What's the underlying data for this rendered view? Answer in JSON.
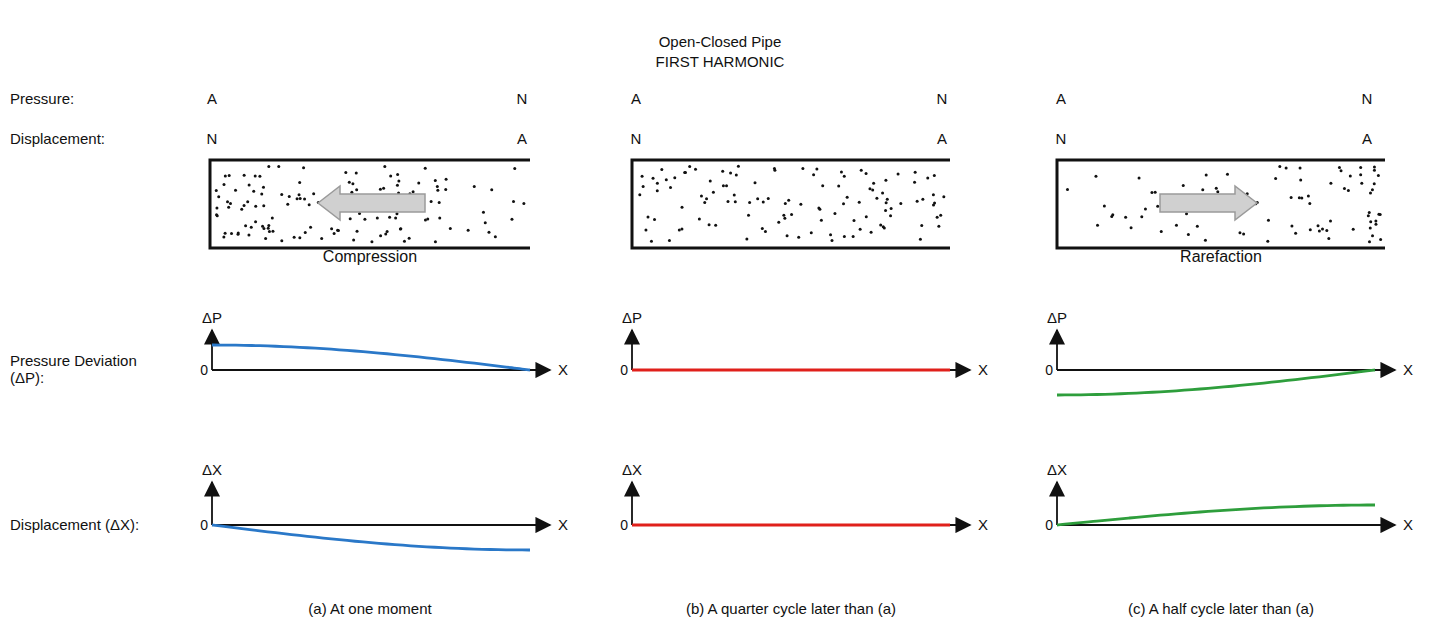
{
  "diagram": {
    "title": "Open-Closed Pipe FIRST HARMONIC",
    "labels": [
      "Pressure:",
      "Displacement:",
      "A",
      "N",
      "N",
      "A",
      "A",
      "N",
      "N",
      "A",
      "A",
      "N",
      "N",
      "A",
      "Compression",
      "Rarefaction",
      "Pressure Deviation (ΔP):",
      "Displacement (ΔX):",
      "ΔP",
      "X",
      "0",
      "ΔX",
      "X",
      "0",
      "ΔP",
      "X",
      "0",
      "ΔX",
      "X",
      "0",
      "ΔP",
      "X",
      "0",
      "ΔX",
      "X",
      "0",
      "(a) At one moment",
      "(b) A quarter cycle later than (a)",
      "(c) A half cycle later than (a)"
    ]
  }
}
